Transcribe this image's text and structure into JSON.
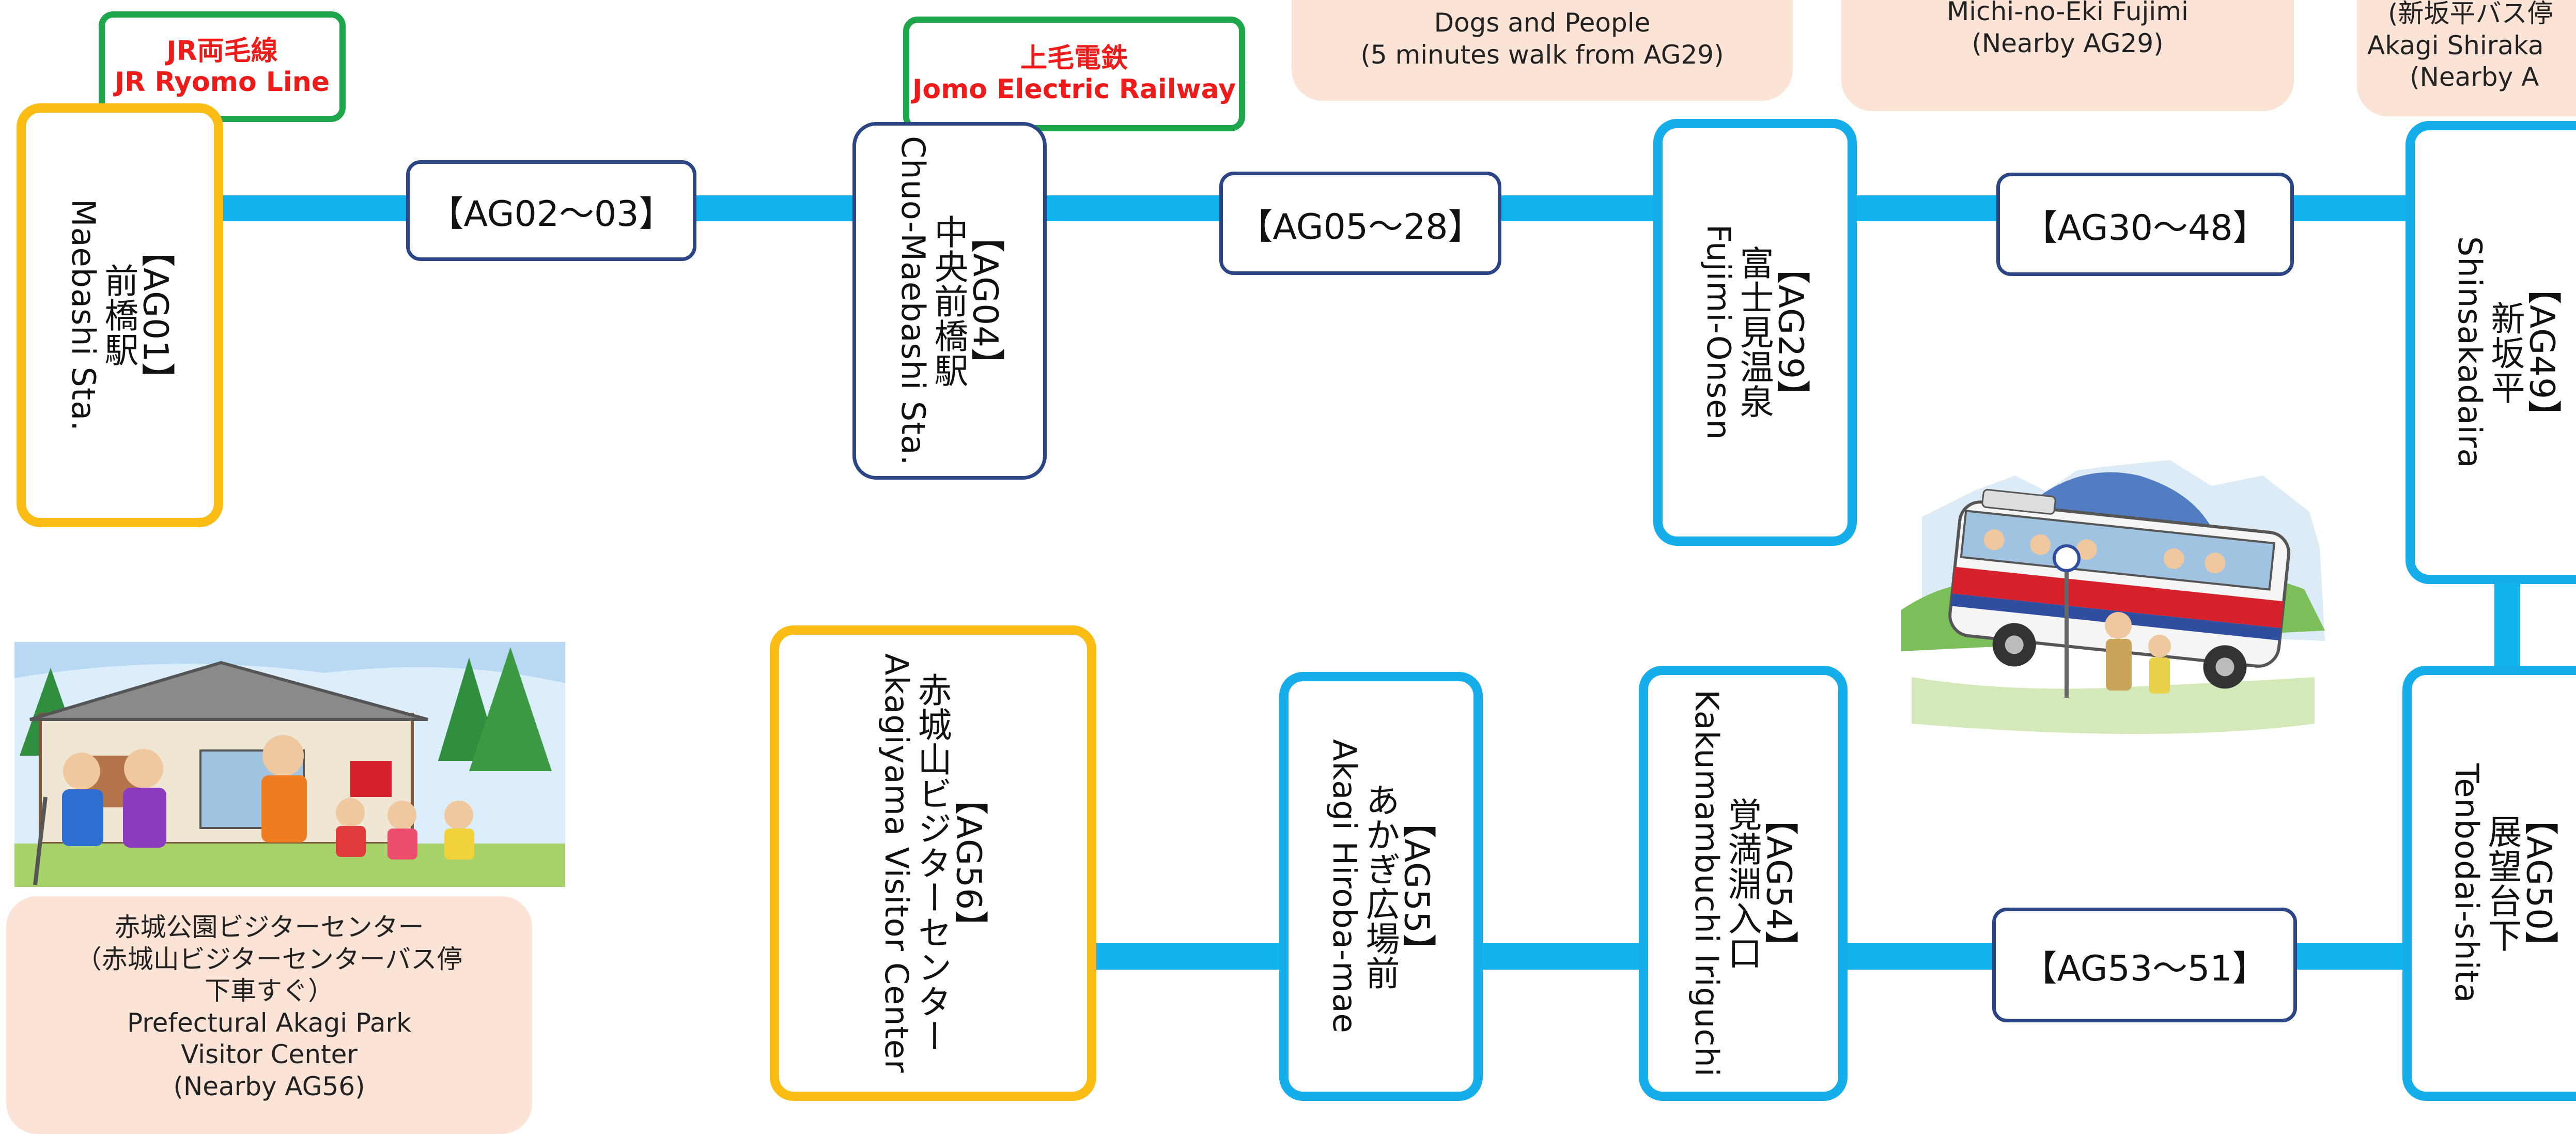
{
  "colors": {
    "route_line": "#10b3ee",
    "station_border_blue": "#16aeea",
    "station_border_yellow": "#fbbc14",
    "navy_border": "#2c4584",
    "transfer_border": "#1ea64b",
    "transfer_text": "#ee1b1b",
    "info_bg": "#fbe3d5"
  },
  "stations": {
    "ag01": {
      "code": "【AG01】",
      "jp": "前橋駅",
      "en": "Maebashi Sta."
    },
    "ag04": {
      "code": "【AG04】",
      "jp": "中央前橋駅",
      "en": "Chuo-Maebashi Sta."
    },
    "ag29": {
      "code": "【AG29】",
      "jp": "富士見温泉",
      "en": "Fujimi-Onsen"
    },
    "ag49": {
      "code": "【AG49】",
      "jp": "新坂平",
      "en": "Shinsakadaira"
    },
    "ag50": {
      "code": "【AG50】",
      "jp": "展望台下",
      "en": "Tenbodai-shita"
    },
    "ag54": {
      "code": "【AG54】",
      "jp": "覚満淵入口",
      "en": "Kakumambuchi Iriguchi"
    },
    "ag55": {
      "code": "【AG55】",
      "jp": "あかぎ広場前",
      "en": "Akagi Hiroba-mae"
    },
    "ag56": {
      "code": "【AG56】",
      "jp": "赤城山ビジターセンター",
      "en": "Akagiyama Visitor Center"
    }
  },
  "ranges": {
    "ag02_03": "【AG02～03】",
    "ag05_28": "【AG05～28】",
    "ag30_48": "【AG30～48】",
    "ag53_51": "【AG53～51】"
  },
  "transfers": {
    "jr": {
      "jp": "JR両毛線",
      "en": "JR Ryomo Line"
    },
    "jomo": {
      "jp": "上毛電鉄",
      "en": "Jomo Electric Railway"
    }
  },
  "info_boxes": {
    "dogs": {
      "line1": "Dogs and People",
      "line2": "(5 minutes walk from AG29)"
    },
    "michi": {
      "line1": "Michi-no-Eki Fujimi",
      "line2": "(Nearby AG29)"
    },
    "shinsaka": {
      "line1": "(新坂平バス停",
      "line2": "Akagi Shiraka",
      "line3": "(Nearby A"
    },
    "visitor": {
      "line1": "赤城公園ビジターセンター",
      "line2": "（赤城山ビジターセンターバス停",
      "line3": "下車すぐ）",
      "line4": "Prefectural Akagi Park",
      "line5": "Visitor Center",
      "line6": "(Nearby AG56)"
    }
  },
  "illustrations": {
    "bus": "bus-illustration",
    "hikers": "hikers-illustration"
  }
}
